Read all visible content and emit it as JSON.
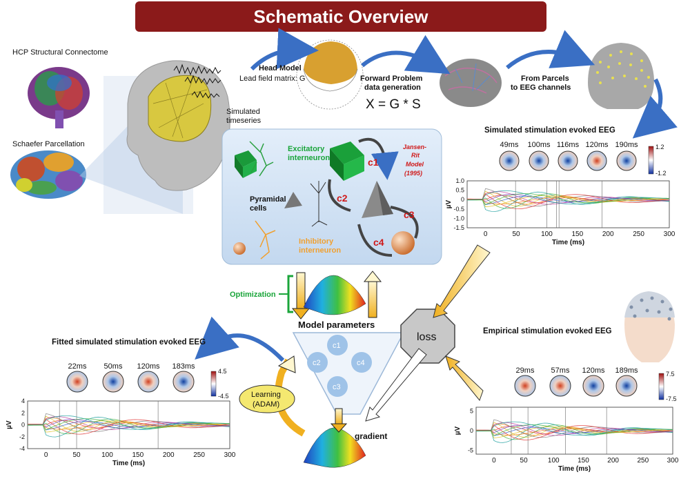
{
  "title": "Schematic Overview",
  "labels": {
    "hcp": "HCP Structural Connectome",
    "schaefer": "Schaefer Parcellation",
    "head_model": "Head Model",
    "lead_field": "Lead field matrix: G",
    "simulated_ts_1": "Simulated",
    "simulated_ts_2": "timeseries",
    "forward_1": "Forward Problem",
    "forward_2": "data generation",
    "equation": "X = G * S",
    "parcels_1": "From Parcels",
    "parcels_2": "to EEG channels",
    "excitatory_1": "Excitatory",
    "excitatory_2": "interneuron",
    "pyramidal_1": "Pyramidal",
    "pyramidal_2": "cells",
    "inhibitory_1": "Inhibitory",
    "inhibitory_2": "interneuron",
    "jr_1": "Jansen-",
    "jr_2": "Rit",
    "jr_3": "Model",
    "jr_4": "(1995)",
    "c1": "c1",
    "c2": "c2",
    "c3": "c3",
    "c4": "c4",
    "optimization": "Optimization",
    "model_parameters": "Model parameters",
    "loss": "loss",
    "learning_1": "Learning",
    "learning_2": "(ADAM)",
    "gradient": "gradient",
    "fitted_title": "Fitted simulated stimulation evoked EEG",
    "empirical_title": "Empirical stimulation evoked EEG",
    "simulated_title": "Simulated stimulation evoked EEG",
    "uv": "µV",
    "time_ms": "Time (ms)"
  },
  "colors": {
    "title_bg": "#8b1a1a",
    "excitatory": "#1aa53a",
    "inhibitory": "#f0a030",
    "c_label": "#d01818",
    "optimization": "#1aa53a",
    "arrow_blue": "#3a6fc4",
    "panel_bg": "#cfe0f3"
  },
  "chart_data": [
    {
      "type": "line",
      "id": "simulated",
      "title": "Simulated stimulation evoked EEG",
      "xlabel": "Time (ms)",
      "ylabel": "µV",
      "xlim": [
        -30,
        300
      ],
      "ylim": [
        -1.5,
        1.0
      ],
      "xticks": [
        "0",
        "50",
        "100",
        "150",
        "200",
        "250",
        "300"
      ],
      "yticks": [
        "1.0",
        "0.5",
        "0",
        "-0.5",
        "-1.0",
        "-1.5"
      ],
      "topo_times": [
        "49ms",
        "100ms",
        "116ms",
        "120ms",
        "190ms"
      ],
      "colorbar": [
        "1.2",
        "-1.2"
      ]
    },
    {
      "type": "line",
      "id": "fitted",
      "title": "Fitted simulated stimulation evoked EEG",
      "xlabel": "Time (ms)",
      "ylabel": "µV",
      "xlim": [
        -30,
        300
      ],
      "ylim": [
        -4,
        4
      ],
      "xticks": [
        "0",
        "50",
        "100",
        "150",
        "200",
        "250",
        "300"
      ],
      "yticks": [
        "4",
        "2",
        "0",
        "-2",
        "-4"
      ],
      "topo_times": [
        "22ms",
        "50ms",
        "120ms",
        "183ms"
      ],
      "colorbar": [
        "4.5",
        "-4.5"
      ]
    },
    {
      "type": "line",
      "id": "empirical",
      "title": "Empirical stimulation evoked EEG",
      "xlabel": "Time (ms)",
      "ylabel": "µV",
      "xlim": [
        -30,
        300
      ],
      "ylim": [
        -6,
        6
      ],
      "xticks": [
        "0",
        "50",
        "100",
        "150",
        "200",
        "250",
        "300"
      ],
      "yticks": [
        "5",
        "0",
        "-5"
      ],
      "topo_times": [
        "29ms",
        "57ms",
        "120ms",
        "189ms"
      ],
      "colorbar": [
        "7.5",
        "-7.5"
      ]
    }
  ]
}
